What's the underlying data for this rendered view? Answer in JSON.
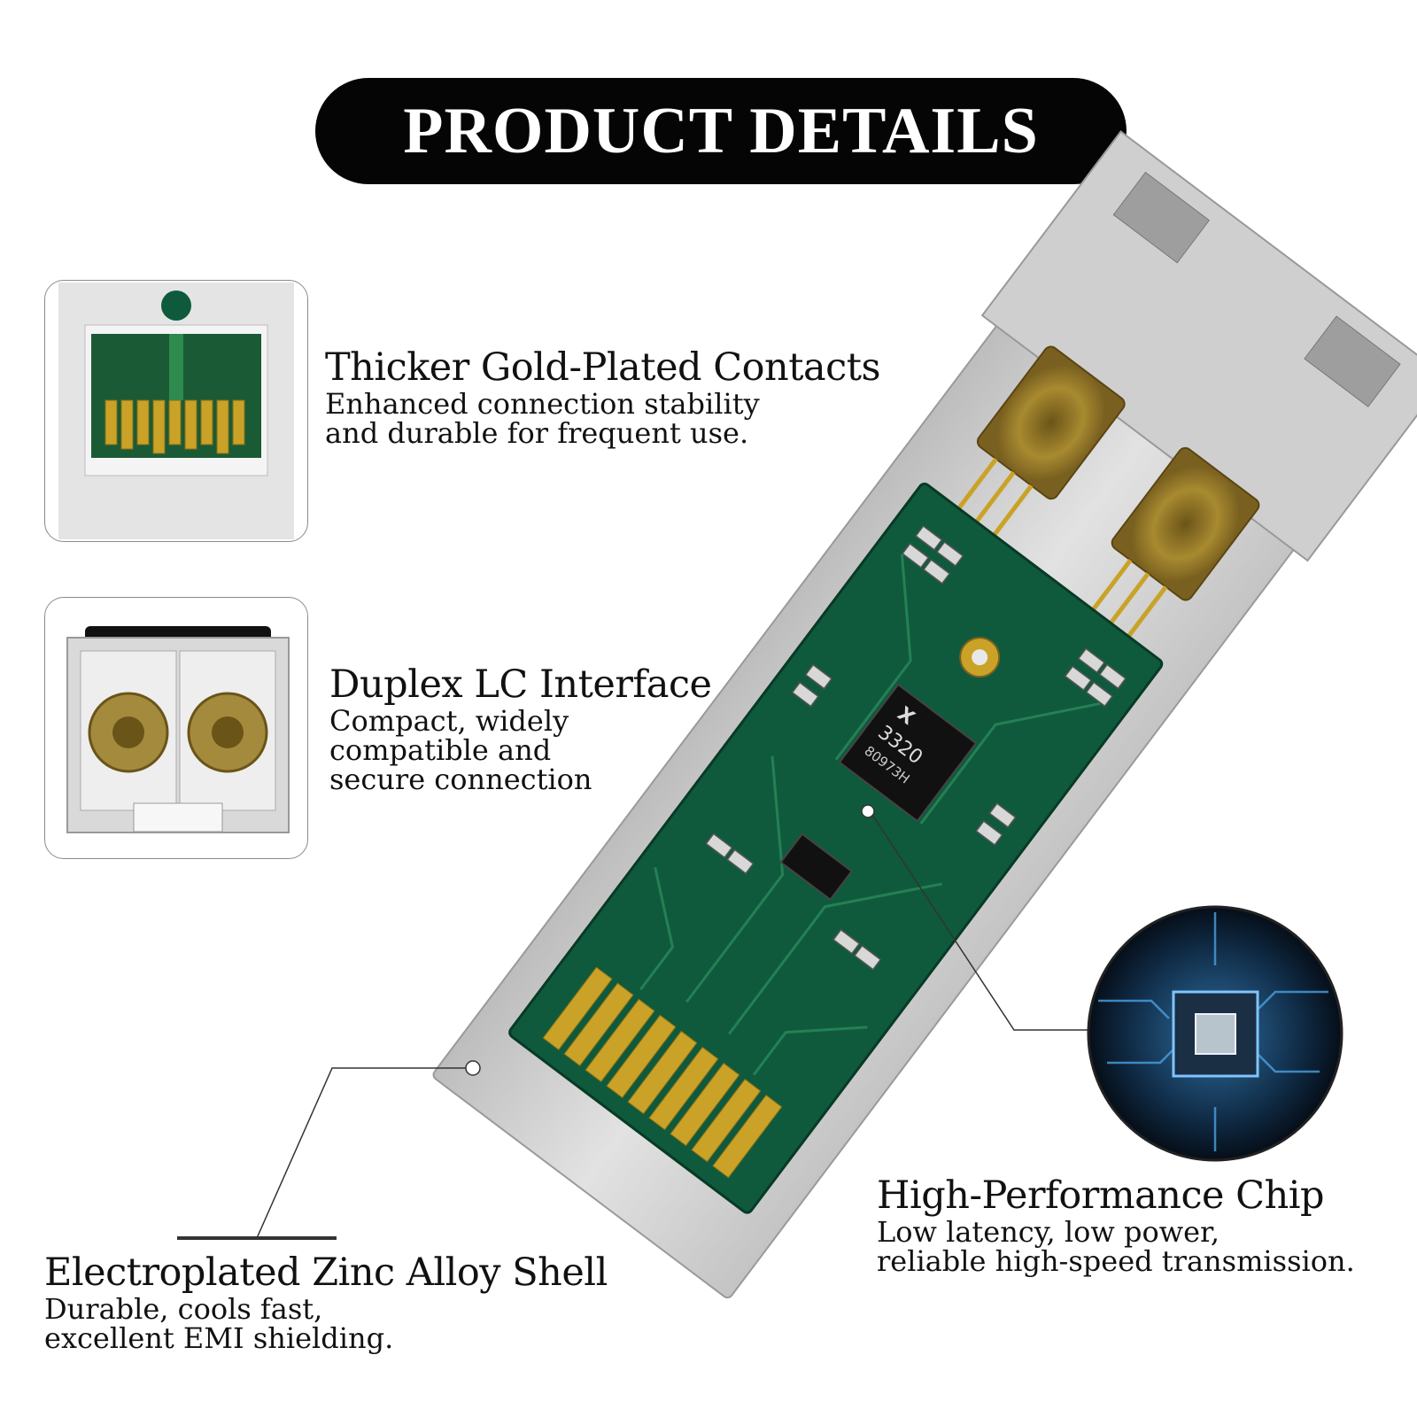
{
  "banner": {
    "title": "PRODUCT DETAILS"
  },
  "features": [
    {
      "title": "Thicker Gold-Plated Contacts",
      "desc": "Enhanced connection stability\nand durable for frequent use.",
      "icon": "gold-contacts-thumbnail"
    },
    {
      "title": "Duplex LC Interface",
      "desc": "Compact, widely\ncompatible and\nsecure connection",
      "icon": "duplex-lc-thumbnail"
    },
    {
      "title": "High-Performance Chip",
      "desc": "Low latency, low power,\nreliable high-speed transmission.",
      "icon": "chip-photo-circle"
    },
    {
      "title": "Electroplated Zinc Alloy Shell",
      "desc": "Durable, cools fast,\nexcellent EMI shielding.",
      "icon": "zinc-shell-callout"
    }
  ],
  "chip": {
    "line1": "3320",
    "line2": "80973H",
    "logo": "X"
  },
  "colors": {
    "pcb": "#0f5a3c",
    "gold": "#c9a227",
    "shell": "#d6d6d6",
    "banner": "#050505"
  }
}
